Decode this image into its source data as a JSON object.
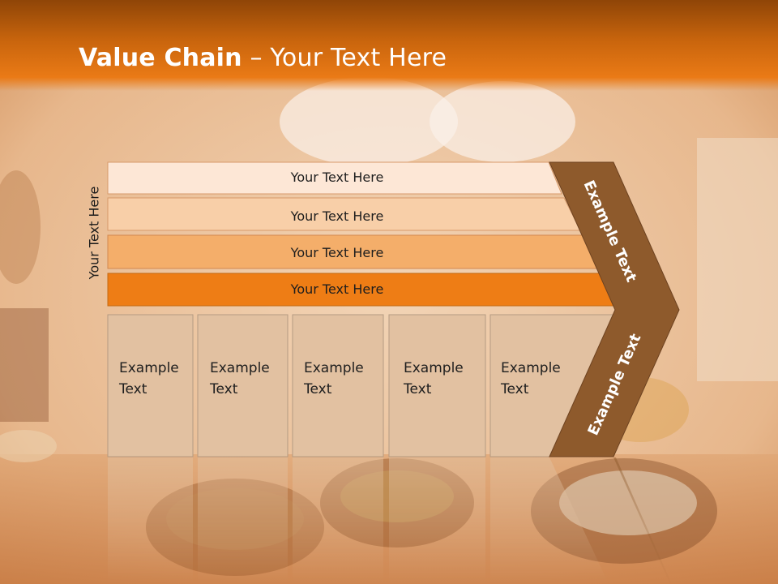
{
  "slide": {
    "title_bold": "Value Chain",
    "title_rest": " – Your Text Here",
    "side_label": "Your Text Here"
  },
  "bars": [
    {
      "label": "Your Text Here",
      "color": "#fde7d6"
    },
    {
      "label": "Your Text Here",
      "color": "#f8cfa8"
    },
    {
      "label": "Your Text Here",
      "color": "#f4ae6a"
    },
    {
      "label": "Your Text Here",
      "color": "#ee7d15"
    }
  ],
  "boxes": [
    {
      "line1": "Example",
      "line2": "Text"
    },
    {
      "line1": "Example",
      "line2": "Text"
    },
    {
      "line1": "Example",
      "line2": "Text"
    },
    {
      "line1": "Example",
      "line2": "Text"
    },
    {
      "line1": "Example",
      "line2": "Text"
    }
  ],
  "chevron": {
    "upper_text": "Example Text",
    "lower_text": "Example Text",
    "color": "#8e5a2c"
  },
  "colors": {
    "header": "#e2761a",
    "box_fill": "#e2c1a1",
    "box_border": "#b49a82"
  }
}
